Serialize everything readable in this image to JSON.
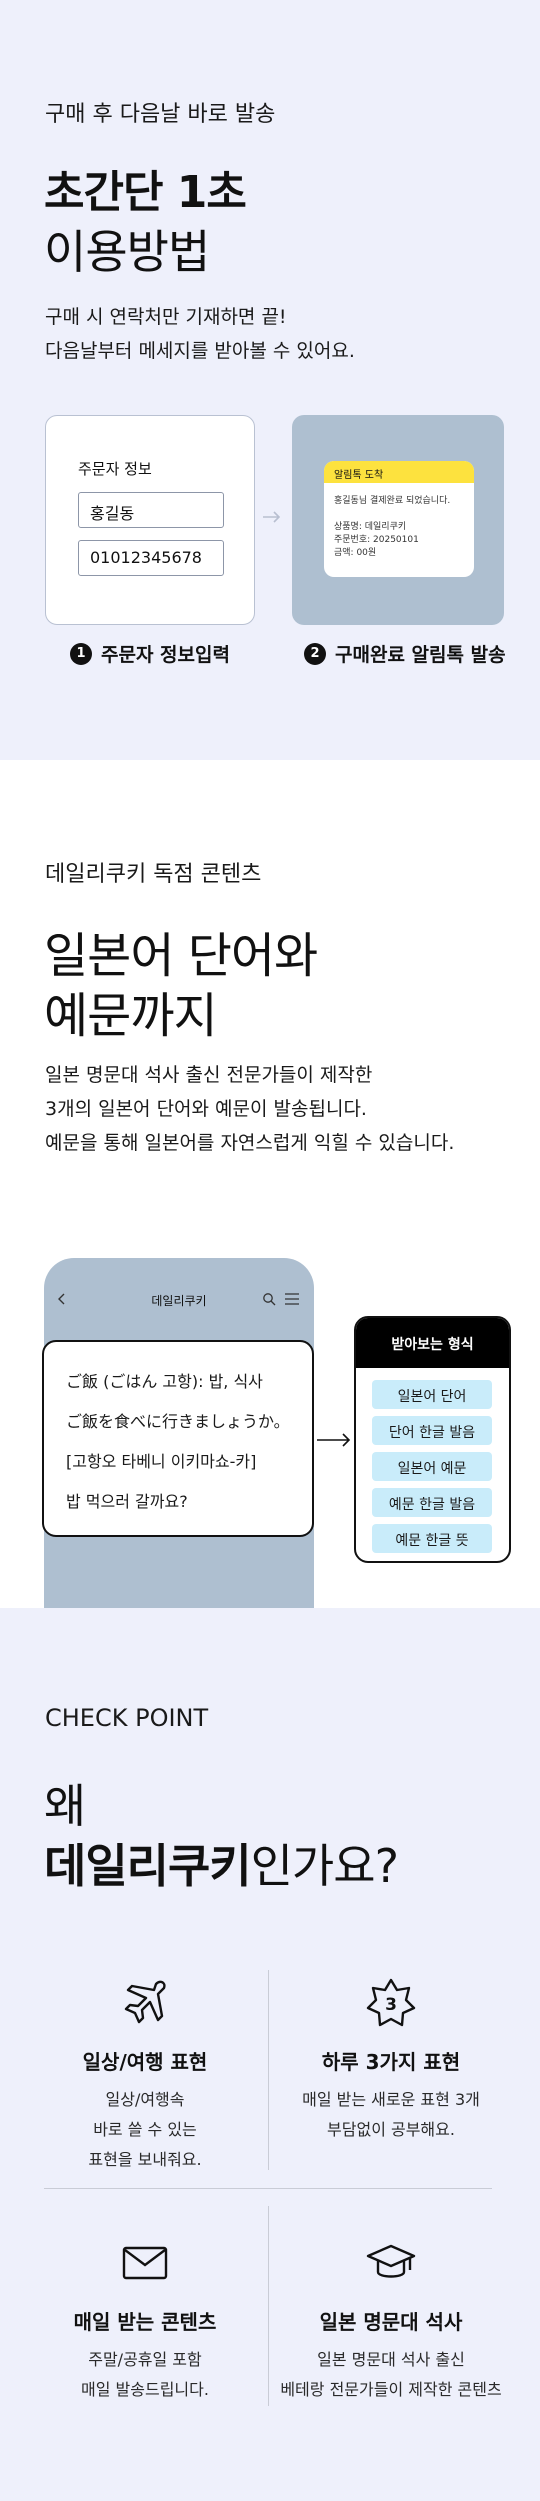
{
  "usage": {
    "eyebrow": "구매 후 다음날 바로 발송",
    "title_bold": "초간단 1초",
    "title_light": "이용방법",
    "desc_line1": "구매 시 연락처만 기재하면 끝!",
    "desc_line2": "다음날부터 메세지를 받아볼 수 있어요.",
    "order_form": {
      "title": "주문자 정보",
      "name_value": "홍길동",
      "phone_value": "01012345678"
    },
    "notification": {
      "header": "알림톡 도착",
      "line1": "홍길동님 결제완료 되었습니다.",
      "line2": "상품명: 데일리쿠키",
      "line3": "주문번호: 20250101",
      "line4": "금액: 00원"
    },
    "steps": [
      {
        "num": "1",
        "label": "주문자 정보입력"
      },
      {
        "num": "2",
        "label": "구매완료 알림톡 발송"
      }
    ]
  },
  "content": {
    "eyebrow": "데일리쿠키 독점 콘텐츠",
    "title_line1": "일본어 단어와",
    "title_line2": "예문까지",
    "desc_line1": "일본 명문대 석사 출신 전문가들이 제작한",
    "desc_line2": "3개의 일본어 단어와 예문이 발송됩니다.",
    "desc_line3": "예문을 통해 일본어를 자연스럽게 익힐 수 있습니다.",
    "phone_title": "데일리쿠키",
    "message_lines": [
      "ご飯 (ごはん 고항): 밥, 식사",
      "ご飯を食べに行きましょうか。",
      "[고항오 타베니 이키마쇼-카]",
      "밥 먹으러 갈까요?"
    ],
    "format_title": "받아보는 형식",
    "format_items": [
      "일본어 단어",
      "단어 한글 발음",
      "일본어 예문",
      "예문 한글 발음",
      "예문 한글 뜻"
    ]
  },
  "check": {
    "eyebrow": "CHECK POINT",
    "title_line1": "왜",
    "title_bold": "데일리쿠키",
    "title_rest": "인가요?",
    "points": [
      {
        "icon": "airplane-icon",
        "title": "일상/여행 표현",
        "desc": [
          "일상/여행속",
          "바로 쓸 수 있는",
          "표현을 보내줘요."
        ]
      },
      {
        "icon": "badge-three-icon",
        "badge_text": "3",
        "title": "하루 3가지 표현",
        "desc": [
          "매일 받는 새로운 표현 3개",
          "부담없이 공부해요."
        ]
      },
      {
        "icon": "envelope-icon",
        "title": "매일 받는 콘텐츠",
        "desc": [
          "주말/공휴일 포함",
          "매일 발송드립니다."
        ]
      },
      {
        "icon": "graduation-cap-icon",
        "title": "일본 명문대 석사",
        "desc": [
          "일본 명문대 석사 출신",
          "베테랑 전문가들이 제작한 콘텐츠"
        ]
      }
    ]
  },
  "colors": {
    "page_bg": "#eef0fb",
    "card_blue": "#aebfd0",
    "kakao_yellow": "#fde23e",
    "pill_blue": "#c9ecfa"
  }
}
